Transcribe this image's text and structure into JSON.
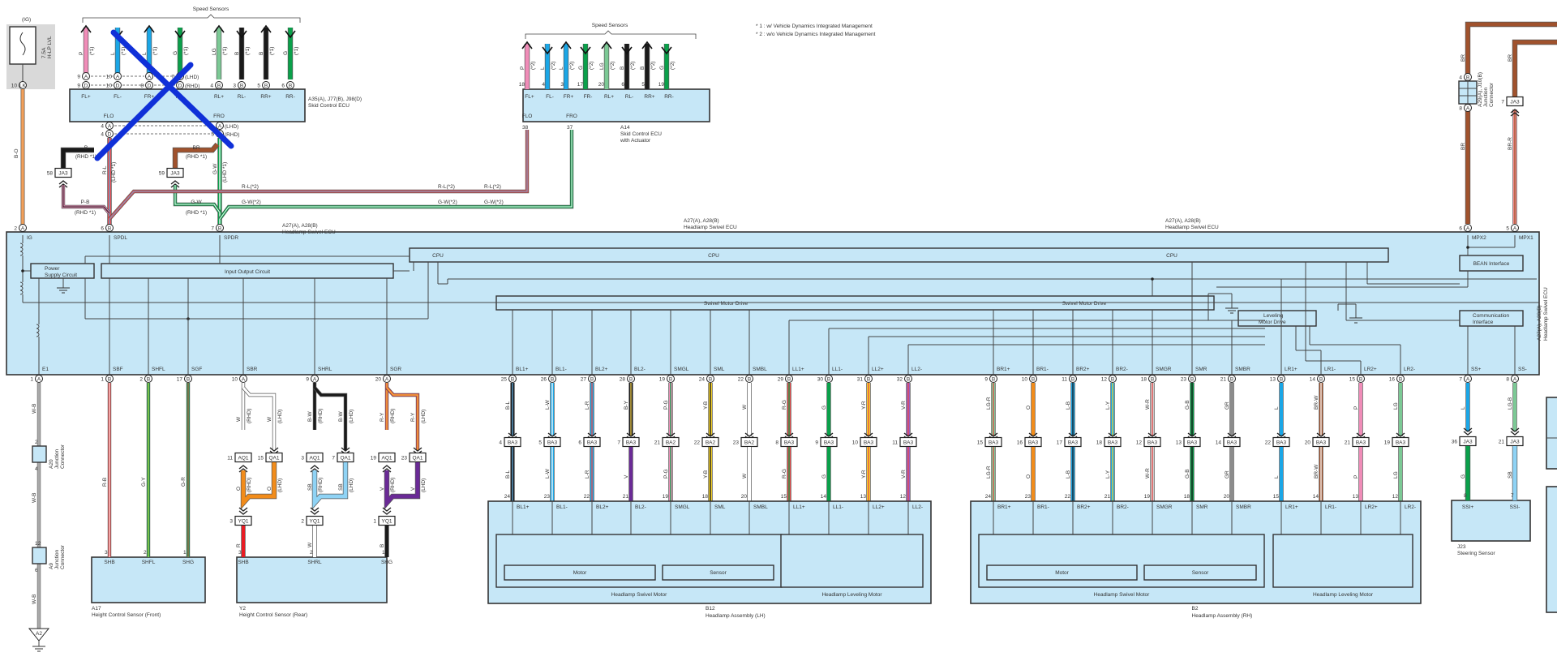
{
  "footnotes": [
    "* 1 : w/ Vehicle Dynamics Integrated Management",
    "* 2 : w/o Vehicle Dynamics Integrated Management"
  ],
  "fuse": {
    "source": "(IG)",
    "rating": "7.5A",
    "name": "H-LP LVL",
    "connector_pin": "10",
    "connector": "LK",
    "wire": "B-O"
  },
  "skid_ecu_a35": {
    "title": "Speed Sensors",
    "name_line1": "A35(A), J77(B), J98(D)",
    "name_line2": "Skid Control ECU",
    "terminals": [
      "FL+",
      "FL-",
      "FR+",
      "FR-",
      "RL+",
      "RL-",
      "RR+",
      "RR-"
    ],
    "wires": [
      {
        "color": "P",
        "note": "(*1)",
        "hex": "#f08cb8",
        "dir": "up"
      },
      {
        "color": "L",
        "note": "(*1)",
        "hex": "#1aa6e6",
        "dir": "down"
      },
      {
        "color": "L",
        "note": "(*1)",
        "hex": "#1aa6e6",
        "dir": "up"
      },
      {
        "color": "G",
        "note": "(*1)",
        "hex": "#0aa04a",
        "dir": "down"
      },
      {
        "color": "LG",
        "note": "(*1)",
        "hex": "#7cc995",
        "dir": "up"
      },
      {
        "color": "B",
        "note": "(*1)",
        "hex": "#1a1a1a",
        "dir": "down"
      },
      {
        "color": "B",
        "note": "(*1)",
        "hex": "#1a1a1a",
        "dir": "up"
      },
      {
        "color": "G",
        "note": "(*1)",
        "hex": "#0aa04a",
        "dir": "down"
      }
    ],
    "pins_lhd": [
      "9 A",
      "10 A",
      "A",
      "7 A (LHD)",
      "4 B",
      "3 B",
      "5 B",
      "6 B"
    ],
    "pins_rhd": [
      "9 D",
      "10 D",
      "8 D",
      "D (RHD)"
    ],
    "outputs": [
      "FLO",
      "FRO"
    ],
    "out_pins": [
      "4 A",
      "4 D",
      "A (LHD)",
      "5 (RHD)"
    ]
  },
  "skid_ecu_a14": {
    "title": "Speed Sensors",
    "name_line1": "A14",
    "name_line2": "Skid Control ECU",
    "name_line3": "with Actuator",
    "terminals": [
      "FL+",
      "FL-",
      "FR+",
      "FR-",
      "RL+",
      "RL-",
      "RR+",
      "RR-"
    ],
    "pins": [
      "18",
      "4",
      "3",
      "17",
      "20",
      "6",
      "5",
      "19"
    ],
    "wires": [
      {
        "color": "P",
        "note": "(*2)",
        "hex": "#f08cb8",
        "dir": "up"
      },
      {
        "color": "L",
        "note": "(*2)",
        "hex": "#1aa6e6",
        "dir": "down"
      },
      {
        "color": "L",
        "note": "(*2)",
        "hex": "#1aa6e6",
        "dir": "up"
      },
      {
        "color": "G",
        "note": "(*2)",
        "hex": "#0aa04a",
        "dir": "down"
      },
      {
        "color": "LG",
        "note": "(*2)",
        "hex": "#7cc995",
        "dir": "up"
      },
      {
        "color": "B",
        "note": "(*2)",
        "hex": "#1a1a1a",
        "dir": "down"
      },
      {
        "color": "B",
        "note": "(*2)",
        "hex": "#1a1a1a",
        "dir": "up"
      },
      {
        "color": "G",
        "note": "(*2)",
        "hex": "#0aa04a",
        "dir": "down"
      }
    ],
    "outputs": [
      "FLO",
      "FRO"
    ],
    "out_pins": [
      "38",
      "37"
    ]
  },
  "mid_wiring": {
    "b_rhd": "B",
    "b_rhd_note": "(RHD *1)",
    "br_rhd": "BR",
    "br_rhd_note": "(RHD *1)",
    "ja3_left_pin": "58",
    "ja3_right_pin": "59",
    "ja3": "JA3",
    "rl": "R-L",
    "rl_note": "(LHD *1)",
    "gw": "G-W",
    "gw_note": "(LHD *1)",
    "pb": "P-B",
    "pb_note": "(RHD *1)",
    "gw2": "G-W",
    "gw2_note": "(RHD *1)",
    "rl_star2": "R-L(*2)",
    "gw_star2": "G-W(*2)"
  },
  "ecu": {
    "name_line1": "A27(A), A28(B)",
    "name_line2": "Headlamp Swivel ECU",
    "top_pins": [
      {
        "pin": "2",
        "conn": "A",
        "term": "IG"
      },
      {
        "pin": "6",
        "conn": "B",
        "term": "SPDL"
      },
      {
        "pin": "7",
        "conn": "B",
        "term": "SPDR"
      },
      {
        "pin": "6",
        "conn": "A",
        "term": "MPX2"
      },
      {
        "pin": "5",
        "conn": "A",
        "term": "MPX1"
      }
    ],
    "blocks": {
      "power": "Power Supply Circuit",
      "io": "Input Output Circuit",
      "cpu": "CPU",
      "swivel": "Swivel Motor Drive",
      "leveling": "Leveling Motor Drive",
      "bean": "BEAN Interface",
      "comm": "Communication Interface"
    },
    "bottom_pins": [
      {
        "pin": "1",
        "conn": "A",
        "term": "E1"
      },
      {
        "pin": "1",
        "conn": "B",
        "term": "SBF"
      },
      {
        "pin": "2",
        "conn": "B",
        "term": "SHFL"
      },
      {
        "pin": "17",
        "conn": "B",
        "term": "SGF"
      },
      {
        "pin": "10",
        "conn": "A",
        "term": "SBR"
      },
      {
        "pin": "9",
        "conn": "A",
        "term": "SHRL"
      },
      {
        "pin": "20",
        "conn": "A",
        "term": "SGR"
      },
      {
        "pin": "25",
        "conn": "B",
        "term": "BL1+"
      },
      {
        "pin": "26",
        "conn": "B",
        "term": "BL1-"
      },
      {
        "pin": "27",
        "conn": "B",
        "term": "BL2+"
      },
      {
        "pin": "28",
        "conn": "B",
        "term": "BL2-"
      },
      {
        "pin": "19",
        "conn": "B",
        "term": "SMGL"
      },
      {
        "pin": "24",
        "conn": "B",
        "term": "SML"
      },
      {
        "pin": "22",
        "conn": "B",
        "term": "SMBL"
      },
      {
        "pin": "29",
        "conn": "B",
        "term": "LL1+"
      },
      {
        "pin": "30",
        "conn": "B",
        "term": "LL1-"
      },
      {
        "pin": "31",
        "conn": "B",
        "term": "LL2+"
      },
      {
        "pin": "32",
        "conn": "B",
        "term": "LL2-"
      },
      {
        "pin": "9",
        "conn": "B",
        "term": "BR1+"
      },
      {
        "pin": "10",
        "conn": "B",
        "term": "BR1-"
      },
      {
        "pin": "11",
        "conn": "B",
        "term": "BR2+"
      },
      {
        "pin": "12",
        "conn": "B",
        "term": "BR2-"
      },
      {
        "pin": "18",
        "conn": "B",
        "term": "SMGR"
      },
      {
        "pin": "23",
        "conn": "B",
        "term": "SMR"
      },
      {
        "pin": "21",
        "conn": "B",
        "term": "SMBR"
      },
      {
        "pin": "13",
        "conn": "B",
        "term": "LR1+"
      },
      {
        "pin": "14",
        "conn": "B",
        "term": "LR1-"
      },
      {
        "pin": "15",
        "conn": "B",
        "term": "LR2+"
      },
      {
        "pin": "16",
        "conn": "B",
        "term": "LR2-"
      },
      {
        "pin": "7",
        "conn": "A",
        "term": "SS+"
      },
      {
        "pin": "8",
        "conn": "A",
        "term": "SS-"
      }
    ]
  },
  "junction_top": {
    "name_line1": "A29(A), J10(B)",
    "name_line2": "Junction",
    "name_line3": "Connector",
    "pin_top": "4 B",
    "pin_bot": "8 A",
    "wire_top": "BR",
    "wire_bot": "BR",
    "ja3_pin": "7",
    "ja3": "JA3",
    "wire_mpx1_top": "BR",
    "wire_mpx1": "BR-R"
  },
  "ground": {
    "wire": "W-B",
    "j1": {
      "name": "A20",
      "line2": "Junction",
      "line3": "Connector",
      "pin_top": "2",
      "pin_bot": "4"
    },
    "j2": {
      "name": "A9",
      "line2": "Junction",
      "line3": "Connector",
      "pin_top": "12",
      "pin_bot": "6"
    },
    "gnd": "A2"
  },
  "height_front": {
    "name": "A17",
    "desc": "Height Control Sensor (Front)",
    "terms": [
      "SHB",
      "SHFL",
      "SHG"
    ],
    "pins": [
      "3",
      "2",
      "1"
    ],
    "wires": [
      {
        "c": "R-B",
        "hex": "#e84a4a",
        "stripe": "#ffffff"
      },
      {
        "c": "G-Y",
        "hex": "#0aa04a",
        "stripe": "#f2e24a"
      },
      {
        "c": "G-R",
        "hex": "#0aa04a",
        "stripe": "#e84a4a"
      }
    ]
  },
  "height_rear": {
    "name": "Y2",
    "desc": "Height Control Sensor (Rear)",
    "terms": [
      "SHB",
      "SHRL",
      "SHG"
    ],
    "pins": [
      "3",
      "2",
      "1"
    ],
    "groups": [
      {
        "top": "W",
        "top_hex": "#ffffff",
        "rhd": "(RHD)",
        "lhd": "(LHD)",
        "aq_pin": "11",
        "aq": "AQ1",
        "qa_pin": "15",
        "qa": "QA1",
        "mid": "O",
        "mid_hex": "#f28c1a",
        "yq_pin": "3",
        "yq": "YQ1",
        "bot": "R",
        "bot_hex": "#e81c24"
      },
      {
        "top": "B-W",
        "top_hex": "#1a1a1a",
        "rhd": "(RHD)",
        "lhd": "(LHD)",
        "aq_pin": "3",
        "aq": "AQ1",
        "qa_pin": "7",
        "qa": "QA1",
        "mid": "SB",
        "mid_hex": "#8fd3f5",
        "yq_pin": "2",
        "yq": "YQ1",
        "bot": "W",
        "bot_hex": "#ffffff"
      },
      {
        "top": "R-Y",
        "top_hex": "#e84a4a",
        "rhd": "(RHD)",
        "lhd": "(LHD)",
        "aq_pin": "19",
        "aq": "AQ1",
        "qa_pin": "23",
        "qa": "QA1",
        "mid": "V",
        "mid_hex": "#6a2a96",
        "yq_pin": "1",
        "yq": "YQ1",
        "bot": "B",
        "bot_hex": "#1a1a1a"
      }
    ]
  },
  "lh_wires": [
    {
      "top": "B-L",
      "bot": "B-L",
      "ba_pin": "4",
      "ba": "BA3",
      "asm_pin": "24",
      "hex": "#1a1a1a",
      "stripe": "#5fa8d8"
    },
    {
      "top": "L-W",
      "bot": "L-W",
      "ba_pin": "5",
      "ba": "BA3",
      "asm_pin": "23",
      "hex": "#1aa6e6",
      "stripe": "#ffffff"
    },
    {
      "top": "L-R",
      "bot": "L-R",
      "ba_pin": "6",
      "ba": "BA3",
      "asm_pin": "22",
      "hex": "#1aa6e6",
      "stripe": "#e84a4a"
    },
    {
      "top": "B-Y",
      "bot": "V",
      "ba_pin": "7",
      "ba": "BA3",
      "asm_pin": "21",
      "hex": "#1a1a1a",
      "stripe": "#e8c84a",
      "bot_hex": "#6a2a96"
    },
    {
      "top": "P-G",
      "bot": "P-G",
      "ba_pin": "21",
      "ba": "BA2",
      "asm_pin": "19",
      "hex": "#f08cb8",
      "stripe": "#0aa04a"
    },
    {
      "top": "Y-B",
      "bot": "Y-B",
      "ba_pin": "22",
      "ba": "BA2",
      "asm_pin": "18",
      "hex": "#f5d22a",
      "stripe": "#1a1a1a"
    },
    {
      "top": "W",
      "bot": "W",
      "ba_pin": "23",
      "ba": "BA2",
      "asm_pin": "20",
      "hex": "#ffffff",
      "stripe": "#ffffff"
    },
    {
      "top": "R-G",
      "bot": "R-G",
      "ba_pin": "8",
      "ba": "BA3",
      "asm_pin": "15",
      "hex": "#e84a4a",
      "stripe": "#0aa04a"
    },
    {
      "top": "G",
      "bot": "G",
      "ba_pin": "9",
      "ba": "BA3",
      "asm_pin": "14",
      "hex": "#0aa04a",
      "stripe": "#0aa04a"
    },
    {
      "top": "Y-R",
      "bot": "Y-R",
      "ba_pin": "10",
      "ba": "BA3",
      "asm_pin": "13",
      "hex": "#f5d22a",
      "stripe": "#e84a4a"
    },
    {
      "top": "V-R",
      "bot": "V-R",
      "ba_pin": "11",
      "ba": "BA3",
      "asm_pin": "12",
      "hex": "#9a5cc0",
      "stripe": "#e84a4a"
    }
  ],
  "rh_wires": [
    {
      "top": "LG-R",
      "bot": "LG-R",
      "ba_pin": "15",
      "ba": "BA3",
      "asm_pin": "24",
      "hex": "#7cc995",
      "stripe": "#e84a4a"
    },
    {
      "top": "O",
      "bot": "O",
      "ba_pin": "16",
      "ba": "BA3",
      "asm_pin": "23",
      "hex": "#f28c1a",
      "stripe": "#f28c1a"
    },
    {
      "top": "L-B",
      "bot": "L-B",
      "ba_pin": "17",
      "ba": "BA3",
      "asm_pin": "22",
      "hex": "#1aa6e6",
      "stripe": "#1a1a1a"
    },
    {
      "top": "L-Y",
      "bot": "L-Y",
      "ba_pin": "18",
      "ba": "BA3",
      "asm_pin": "21",
      "hex": "#1aa6e6",
      "stripe": "#f5d22a"
    },
    {
      "top": "W-R",
      "bot": "W-R",
      "ba_pin": "12",
      "ba": "BA3",
      "asm_pin": "19",
      "hex": "#cccccc",
      "stripe": "#e84a4a"
    },
    {
      "top": "G-B",
      "bot": "G-B",
      "ba_pin": "13",
      "ba": "BA3",
      "asm_pin": "18",
      "hex": "#0aa04a",
      "stripe": "#1a1a1a"
    },
    {
      "top": "GR",
      "bot": "GR",
      "ba_pin": "14",
      "ba": "BA3",
      "asm_pin": "20",
      "hex": "#8c8c8c",
      "stripe": "#8c8c8c"
    },
    {
      "top": "L",
      "bot": "L",
      "ba_pin": "22",
      "ba": "BA3",
      "asm_pin": "15",
      "hex": "#1aa6e6",
      "stripe": "#1aa6e6"
    },
    {
      "top": "BR-W",
      "bot": "BR-W",
      "ba_pin": "20",
      "ba": "BA3",
      "asm_pin": "14",
      "hex": "#a0522d",
      "stripe": "#ffffff"
    },
    {
      "top": "P",
      "bot": "P",
      "ba_pin": "21",
      "ba": "BA3",
      "asm_pin": "13",
      "hex": "#f08cb8",
      "stripe": "#f08cb8"
    },
    {
      "top": "LG",
      "bot": "LG",
      "ba_pin": "19",
      "ba": "BA3",
      "asm_pin": "12",
      "hex": "#7cc995",
      "stripe": "#7cc995"
    }
  ],
  "headlamp_lh": {
    "name": "B12",
    "desc": "Headlamp Assembly (LH)",
    "terms": [
      "BL1+",
      "BL1-",
      "BL2+",
      "BL2-",
      "SMGL",
      "SML",
      "SMBL",
      "LL1+",
      "LL1-",
      "LL2+",
      "LL2-"
    ],
    "motor": "Motor",
    "sensor": "Sensor",
    "swivel": "Headlamp Swivel Motor",
    "leveling": "Headlamp Leveling Motor"
  },
  "headlamp_rh": {
    "name": "B2",
    "desc": "Headlamp Assembly (RH)",
    "terms": [
      "BR1+",
      "BR1-",
      "BR2+",
      "BR2-",
      "SMGR",
      "SMR",
      "SMBR",
      "LR1+",
      "LR1-",
      "LR2+",
      "LR2-"
    ],
    "motor": "Motor",
    "sensor": "Sensor",
    "swivel": "Headlamp Swivel Motor",
    "leveling": "Headlamp Leveling Motor"
  },
  "steering": {
    "name": "J23",
    "desc": "Steering Sensor",
    "terms": [
      "SSI+",
      "SSI-"
    ],
    "pins": [
      "8",
      "7"
    ],
    "wires_top": [
      {
        "c": "L",
        "hex": "#1aa6e6"
      },
      {
        "c": "LG-B",
        "hex": "#7cc995"
      }
    ],
    "ja3_pins": [
      "36",
      "21"
    ],
    "ja3": "JA3",
    "wires_bot": [
      {
        "c": "G",
        "hex": "#0aa04a"
      },
      {
        "c": "SB",
        "hex": "#8fd3f5"
      }
    ]
  },
  "right_ecu_label": {
    "line1": "A27(A), A28(B)",
    "line2": "Headlamp Swivel ECU"
  },
  "annotation": {
    "type": "blue-x-mark",
    "color": "#1030d8"
  }
}
